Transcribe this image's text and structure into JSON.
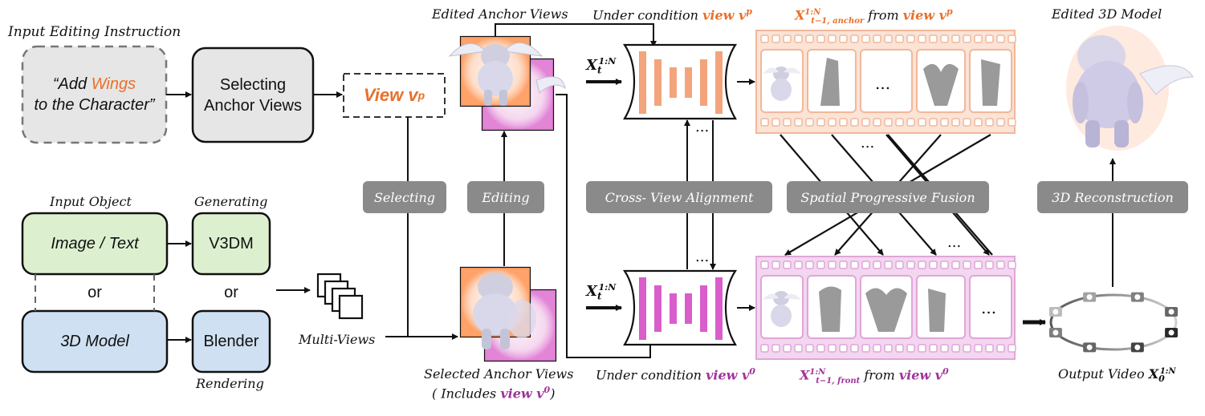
{
  "labels": {
    "input_instruction": "Input Editing Instruction",
    "instruction_line1_pre": "“Add ",
    "instruction_line1_word": "Wings",
    "instruction_line2": "to the Character”",
    "selecting_anchor": "Selecting Anchor Views",
    "view_vp_word": "View ",
    "view_vp_sym": "v",
    "view_vp_sup": "p",
    "input_object": "Input Object",
    "generating": "Generating",
    "image_text": "Image / Text",
    "or_left": "or",
    "model_3d": "3D Model",
    "v3dm": "V3DM",
    "or_right": "or",
    "blender": "Blender",
    "rendering": "Rendering",
    "multi_views": "Multi-Views",
    "edited_anchor_views": "Edited Anchor Views",
    "selected_anchor_views": "Selected Anchor Views",
    "includes_pre": "( Includes ",
    "includes_view": "view v",
    "includes_sup": "0",
    "includes_post": ")",
    "under_cond_top_pre": "Under condition ",
    "under_cond_top_view": "view v",
    "under_cond_top_sup": "p",
    "under_cond_bot_pre": "Under condition ",
    "under_cond_bot_view": "view v",
    "under_cond_bot_sup": "0",
    "xt_top_main": "X",
    "xt_top_sub": "t",
    "xt_top_sup": "1:N",
    "xt_bot_main": "X",
    "xt_bot_sub": "t",
    "xt_bot_sup": "1:N",
    "anchor_caption_main": "X",
    "anchor_caption_sup": "1:N",
    "anchor_caption_sub": "t−1, anchor",
    "anchor_caption_from": " from ",
    "anchor_caption_view": "view v",
    "anchor_caption_vsup": "p",
    "front_caption_main": "X",
    "front_caption_sup": "1:N",
    "front_caption_sub": "t−1, front",
    "front_caption_from": " from ",
    "front_caption_view": "view v",
    "front_caption_vsup": "0",
    "edited_3d_model": "Edited 3D Model",
    "output_video_pre": "Output Video ",
    "output_video_main": "X",
    "output_video_sub": "0",
    "output_video_sup": "1:N",
    "ellipsis_top_unet": "...",
    "ellipsis_bot_unet": "...",
    "ellipsis_top_strip": "...",
    "ellipsis_bot_strip": "...",
    "ellipsis_cross_top": "...",
    "ellipsis_cross_bot": "..."
  },
  "stages": {
    "selecting": "Selecting",
    "editing": "Editing",
    "cross_view": "Cross- View Alignment",
    "spatial_fusion": "Spatial Progressive Fusion",
    "reconstruction": "3D Reconstruction"
  },
  "colors": {
    "orange": "#e8702a",
    "purple": "#a0329b",
    "orange_fill": "#f3a47c",
    "purple_fill": "#d95dcb",
    "green_box": "#dcf0d0",
    "blue_box": "#cfe0f2",
    "gray_box": "#e6e6e6",
    "stage_pill": "#8a8a8a"
  }
}
